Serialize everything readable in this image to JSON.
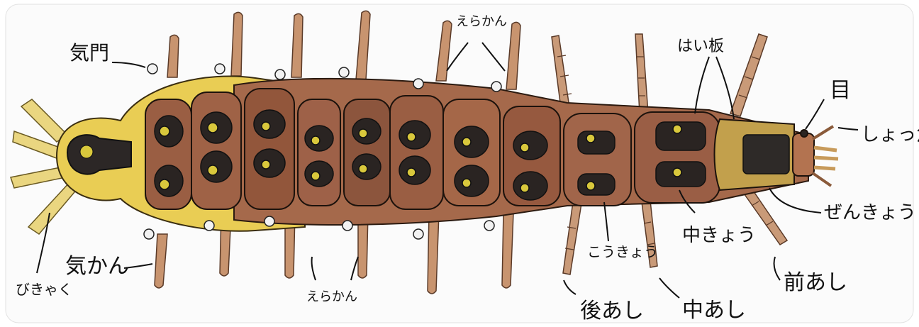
{
  "labels": {
    "kimon": "気門",
    "eragan_top": "えらかん",
    "harita": "はい板",
    "me": "目",
    "shokkaku": "しょっ角",
    "zenkyo": "ぜんきょう",
    "zenashi": "前あし",
    "chukyo": "中きょう",
    "kokyo": "こうきょう",
    "chuashi": "中あし",
    "koashi": "後あし",
    "eragan_bottom": "えらかん",
    "kikan": "気かん",
    "bikyaku": "びきゃく"
  },
  "colors": {
    "tail_yellow": "#e7c94a",
    "body_brown": "#a96b4c",
    "segment_brown": "#8c5a3e",
    "plate_dark": "#2a2422",
    "spiracle_yellow": "#d9c83c",
    "leg_tan": "#c99a78",
    "outline": "#222222"
  }
}
